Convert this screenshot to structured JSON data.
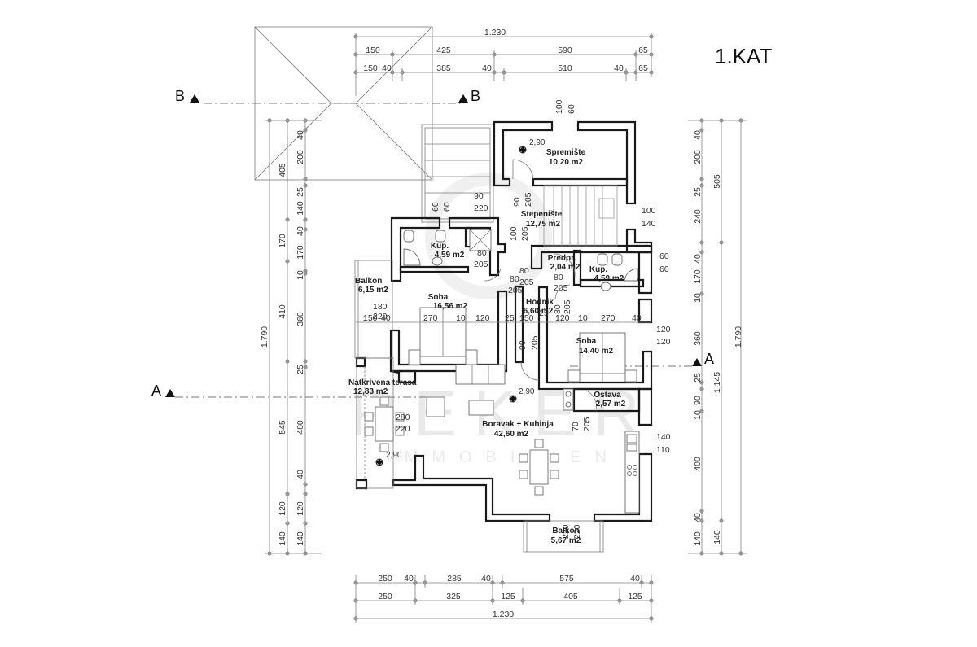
{
  "plan": {
    "title": "1.KAT",
    "watermark": {
      "brand": "REKER",
      "sub": "IMMOBILIEN"
    },
    "sections": {
      "b_left": "B",
      "b_right": "B",
      "a_left": "A",
      "a_right": "A"
    },
    "rooms": [
      {
        "name": "Spremište",
        "area": "10,20 m2"
      },
      {
        "name": "Stepenište",
        "area": "12,75 m2"
      },
      {
        "name": "Kup.",
        "area": "4,59 m2"
      },
      {
        "name": "Predpr.",
        "area": "2,04 m2"
      },
      {
        "name": "Kup.",
        "area": "4,59 m2"
      },
      {
        "name": "Balkon",
        "area": "6,15 m2"
      },
      {
        "name": "Soba",
        "area": "16,56 m2"
      },
      {
        "name": "Hodnik",
        "area": "6,60 m2"
      },
      {
        "name": "Soba",
        "area": "14,40 m2"
      },
      {
        "name": "Ostava",
        "area": "2,57 m2"
      },
      {
        "name": "Natkrivena terasa",
        "area": "12,83 m2"
      },
      {
        "name": "Boravak + Kuhinja",
        "area": "42,60 m2"
      },
      {
        "name": "Balkon",
        "area": "5,67 m2"
      }
    ],
    "levels": [
      "2,90",
      "2,90",
      "2,90"
    ],
    "dims_top": {
      "total": "1.230",
      "row1": [
        "150",
        "425",
        "590",
        "65"
      ],
      "row2": [
        "150",
        "40",
        "385",
        "40",
        "510",
        "40",
        "65"
      ]
    },
    "dims_bottom": {
      "row1": [
        "250",
        "40",
        "285",
        "40",
        "575",
        "40"
      ],
      "row2": [
        "250",
        "325",
        "125",
        "405",
        "125"
      ],
      "total": "1.230"
    },
    "dims_left": {
      "total": "1.790",
      "col1": [
        "405",
        "170",
        "410",
        "545",
        "120",
        "140"
      ],
      "col2": [
        "40",
        "200",
        "25",
        "140",
        "40",
        "170",
        "10",
        "360",
        "25",
        "480",
        "40",
        "120",
        "140"
      ]
    },
    "dims_right": {
      "total": "1.790",
      "col1": [
        "505",
        "1.145",
        "140"
      ],
      "col2": [
        "40",
        "200",
        "25",
        "240",
        "40",
        "170",
        "10",
        "360",
        "25",
        "90",
        "10",
        "400",
        "40",
        "140"
      ]
    },
    "openings": {
      "win_spremiste": [
        "100",
        "60"
      ],
      "win_stair": [
        "100",
        "140"
      ],
      "door_stair_top": [
        "90",
        "220"
      ],
      "door_stair_a": [
        "90",
        "205"
      ],
      "door_stair_b": [
        "100",
        "205"
      ],
      "win_kup_left": [
        "60",
        "60"
      ],
      "door_kup_left": [
        "80",
        "205"
      ],
      "win_balkon": [
        "180",
        "220"
      ],
      "hodnik_doors": [
        "80",
        "80",
        "205",
        "205"
      ],
      "predpr_door": [
        "80",
        "205"
      ],
      "soba2_door": [
        "80",
        "205"
      ],
      "kup_right_win": [
        "60",
        "60"
      ],
      "soba2_win": [
        "120",
        "120"
      ],
      "soba1_row": [
        "150",
        "40",
        "270",
        "10",
        "120",
        "25",
        "150",
        "25",
        "120",
        "10",
        "270",
        "40"
      ],
      "hodnik_door2": [
        "90",
        "205"
      ],
      "ostava_door": [
        "70",
        "205"
      ],
      "terasa_win": [
        "280",
        "220"
      ],
      "kitchen_win": [
        "140",
        "110"
      ],
      "balkon_door": [
        "220",
        "220"
      ]
    }
  }
}
